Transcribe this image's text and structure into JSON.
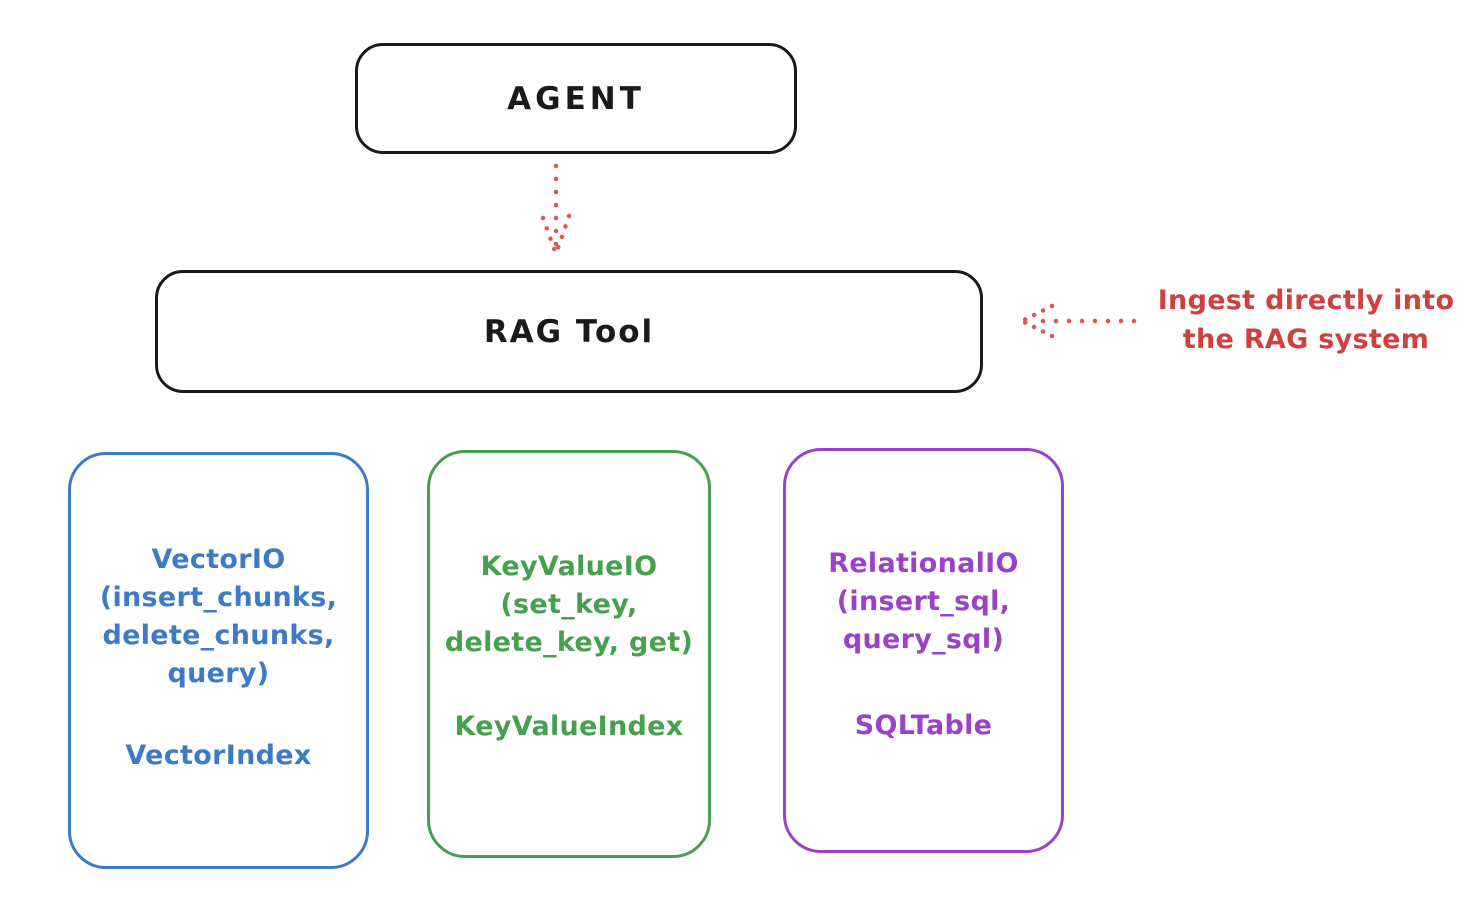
{
  "canvas": {
    "background": "#ffffff"
  },
  "colors": {
    "ink": "#1a1a1a",
    "arrow_red": "#e0534e",
    "note_red": "#cd4140",
    "vector_blue": "#3d7bc6",
    "keyvalue_green": "#46a050",
    "relational_purple": "#9a43c8"
  },
  "nodes": {
    "agent": {
      "label": "AGENT"
    },
    "rag_tool": {
      "label": "RAG Tool"
    },
    "vector_io": {
      "lines": [
        "VectorIO",
        "(insert_chunks,",
        "delete_chunks,",
        "query)"
      ],
      "footer": "VectorIndex",
      "color": "#3d7bc6"
    },
    "key_value_io": {
      "lines": [
        "KeyValueIO",
        "(set_key,",
        "delete_key, get)"
      ],
      "footer": "KeyValueIndex",
      "color": "#46a050"
    },
    "relational_io": {
      "lines": [
        "RelationalIO",
        "(insert_sql,",
        "query_sql)"
      ],
      "footer": "SQLTable",
      "color": "#9a43c8"
    }
  },
  "annotations": {
    "ingest_note": {
      "lines": [
        "Ingest directly into",
        "the RAG system"
      ],
      "color": "#cd4140"
    }
  },
  "arrows": {
    "agent_to_rag": {
      "style": "dotted",
      "direction": "down",
      "color": "#e0534e"
    },
    "ingest_to_rag": {
      "style": "dotted",
      "direction": "left",
      "color": "#e0534e"
    }
  }
}
